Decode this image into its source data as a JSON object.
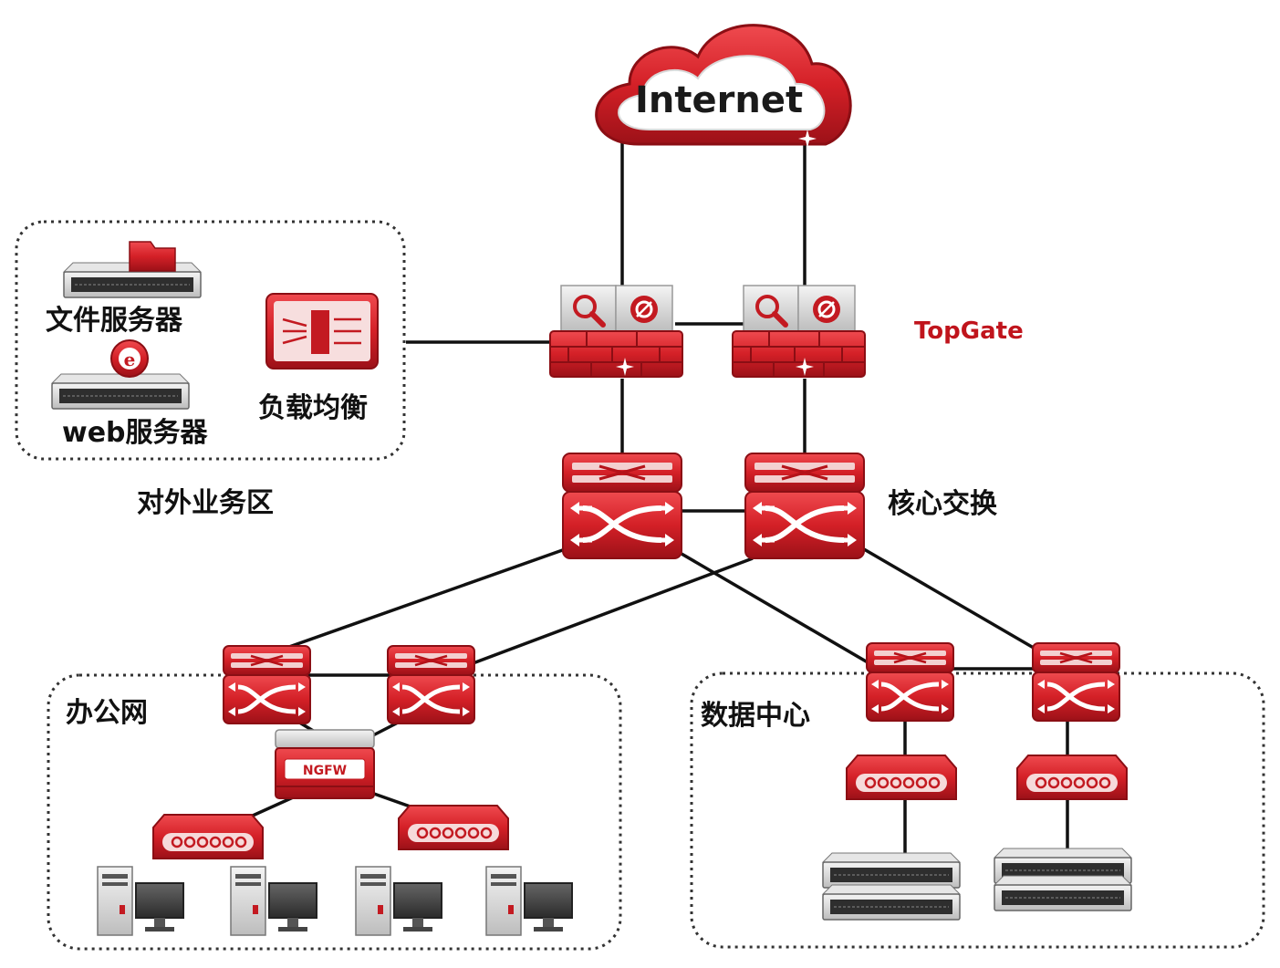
{
  "internet": {
    "label": "Internet"
  },
  "topgate": {
    "label": "TopGate"
  },
  "core_switch": {
    "label": "核心交换"
  },
  "external_zone": {
    "label": "对外业务区",
    "file_server": "文件服务器",
    "web_server": "web服务器",
    "load_balancer": "负载均衡"
  },
  "office_zone": {
    "label": "办公网",
    "ngfw": "NGFW"
  },
  "datacenter_zone": {
    "label": "数据中心"
  },
  "colors": {
    "device_red": "#d42027",
    "device_dark": "#a3121a",
    "line": "#111111",
    "silver": "#d8d8d8"
  }
}
